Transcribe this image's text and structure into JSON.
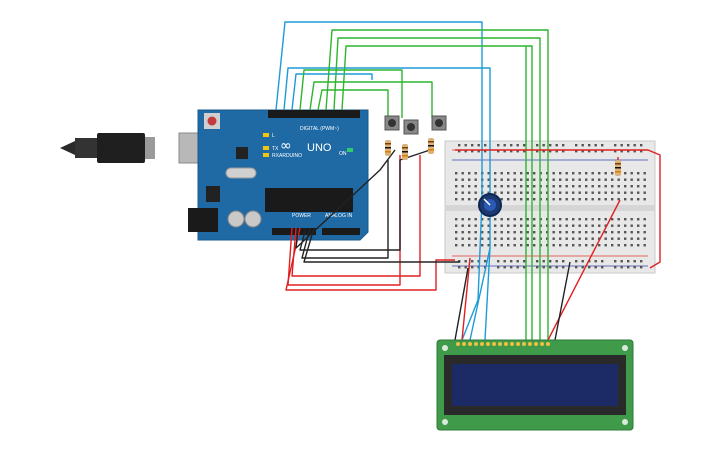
{
  "arduino": {
    "brand": "ARDUINO",
    "model": "UNO",
    "digital_label": "DIGITAL (PWM~)",
    "power_label": "POWER",
    "analog_label": "ANALOG IN",
    "tx_label": "TX",
    "rx_label": "RX",
    "l_label": "L",
    "on_label": "ON"
  },
  "colors": {
    "board": "#1f6aa5",
    "breadboard": "#e8e8e8",
    "lcd_pcb": "#3f9a4a",
    "lcd_screen": "#1c2b66",
    "wire_blue": "#1e9bd7",
    "wire_green": "#2db52d",
    "wire_red": "#e02020",
    "wire_black": "#222222"
  },
  "components": {
    "buttons": 3,
    "resistors": 4,
    "potentiometer": 1,
    "lcd": "16x2"
  }
}
